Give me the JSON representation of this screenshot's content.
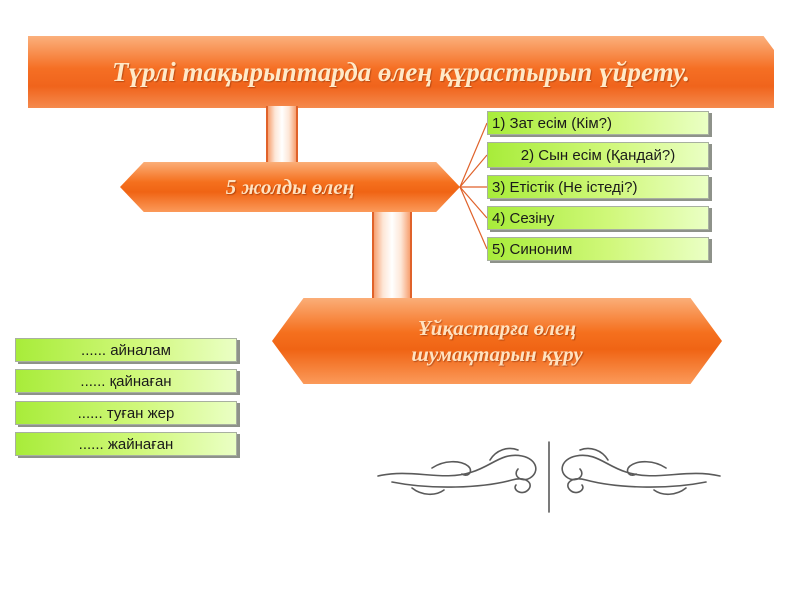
{
  "title": "Түрлі тақырыптарда өлең құрастырып үйрету.",
  "poem_node": {
    "label": "5 жолды өлең"
  },
  "rhyme_node": {
    "line1": "Ұйқастарға өлең",
    "line2": "шумақтарын құру"
  },
  "poem_items": [
    "1) Зат есім (Кім?)",
    "2) Сын есім (Қандай?)",
    "3) Етістік (Не істеді?)",
    "4) Сезіну",
    "5) Синоним"
  ],
  "rhyme_items": [
    "...... айналам",
    "...... қайнаған",
    "...... туған жер",
    "...... жайнаған"
  ],
  "colors": {
    "orange": "#f56f24",
    "green": "#a8ec3a",
    "title_text": "#ffe9c8"
  }
}
